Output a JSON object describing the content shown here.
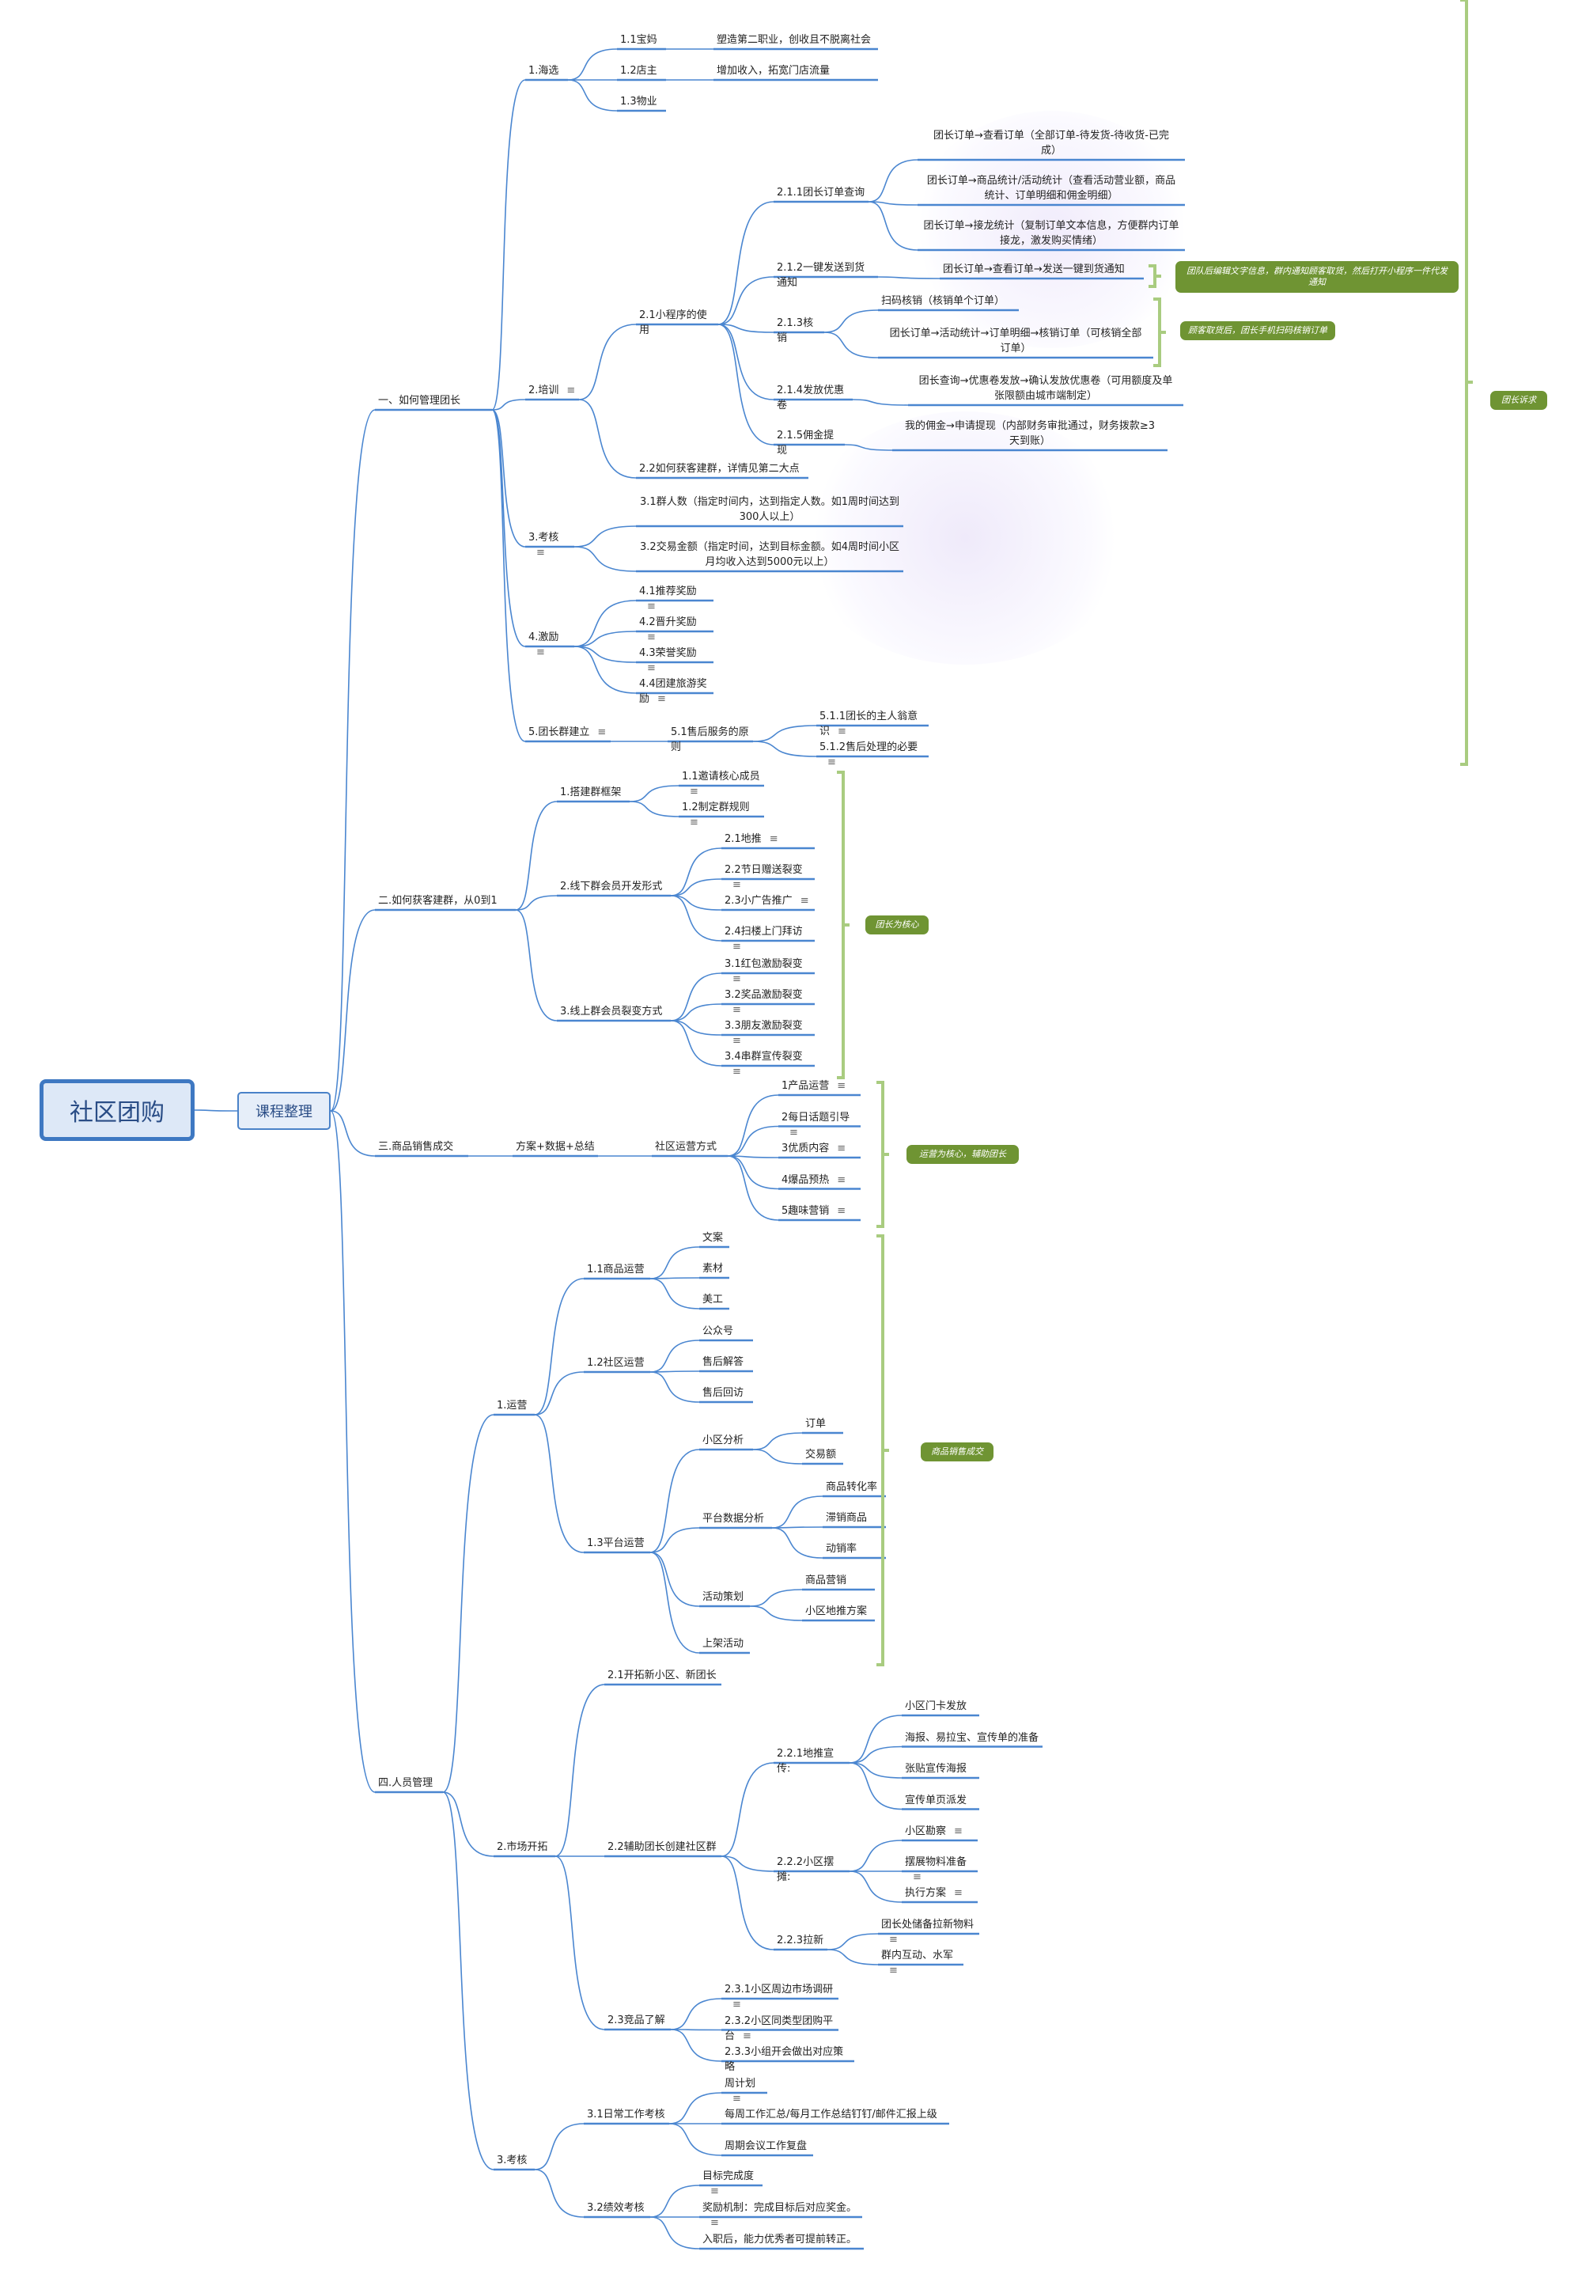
{
  "root": "社区团购",
  "subroot": "课程整理",
  "l1": {
    "a": "一、如何管理团长",
    "b": "二.如何获客建群，从0到1",
    "c": "三.商品销售成交",
    "d": "四.人员管理"
  },
  "a": {
    "sea": "1.海选",
    "sea_items": [
      "1.1宝妈",
      "1.2店主",
      "1.3物业"
    ],
    "sea_details": [
      "塑造第二职业，创收且不脱离社会",
      "增加收入，拓宽门店流量"
    ],
    "train": "2.培训",
    "mini": "2.1小程序的使用",
    "m211": "2.1.1团长订单查询",
    "m211_items": [
      "团长订单→查看订单（全部订单-待发货-待收货-已完\n成）",
      "团长订单→商品统计/活动统计（查看活动营业额，商品\n统计、订单明细和佣金明细）",
      "团长订单→接龙统计（复制订单文本信息，方便群内订单\n接龙，激发购买情绪）"
    ],
    "m212": "2.1.2一键发送到货通知",
    "m212_detail": "团长订单→查看订单→发送一键到货通知",
    "m213": "2.1.3核销",
    "m213_items": [
      "扫码核销（核销单个订单）",
      "团长订单→活动统计→订单明细→核销订单（可核销全部\n订单）"
    ],
    "m214": "2.1.4发放优惠卷",
    "m214_detail": "团长查询→优惠卷发放→确认发放优惠卷（可用额度及单\n张限额由城市端制定）",
    "m215": "2.1.5佣金提现",
    "m215_detail": "我的佣金→申请提现（内部财务审批通过，财务拨款≥3\n天到账）",
    "get": "2.2如何获客建群，详情见第二大点",
    "exam": "3.考核",
    "exam_items": [
      "3.1群人数（指定时间内，达到指定人数。如1周时间达到\n300人以上）",
      "3.2交易金额（指定时间，达到目标金额。如4周时间小区\n月均收入达到5000元以上）"
    ],
    "reward": "4.激励",
    "reward_items": [
      "4.1推荐奖励",
      "4.2晋升奖励",
      "4.3荣誉奖励",
      "4.4团建旅游奖励"
    ],
    "group": "5.团长群建立",
    "after": "5.1售后服务的原则",
    "after_items": [
      "5.1.1团长的主人翁意识",
      "5.1.2售后处理的必要"
    ]
  },
  "b": {
    "frame": "1.搭建群框架",
    "frame_items": [
      "1.1邀请核心成员",
      "1.2制定群规则"
    ],
    "offline": "2.线下群会员开发形式",
    "offline_items": [
      "2.1地推",
      "2.2节日赠送裂变",
      "2.3小广告推广",
      "2.4扫楼上门拜访"
    ],
    "online": "3.线上群会员裂变方式",
    "online_items": [
      "3.1红包激励裂变",
      "3.2奖品激励裂变",
      "3.3朋友激励裂变",
      "3.4串群宣传裂变"
    ]
  },
  "c": {
    "method": "方案+数据+总结",
    "community": "社区运营方式",
    "items": [
      "1产品运营",
      "2每日话题引导",
      "3优质内容",
      "4爆品预热",
      "5趣味营销"
    ]
  },
  "d": {
    "ops": "1.运营",
    "o11": "1.1商品运营",
    "o11_items": [
      "文案",
      "素材",
      "美工"
    ],
    "o12": "1.2社区运营",
    "o12_items": [
      "公众号",
      "售后解答",
      "售后回访"
    ],
    "o13": "1.3平台运营",
    "o13a": "小区分析",
    "o13a_items": [
      "订单",
      "交易额"
    ],
    "o13b": "平台数据分析",
    "o13b_items": [
      "商品转化率",
      "滞销商品",
      "动销率"
    ],
    "o13c": "活动策划",
    "o13c_items": [
      "商品营销",
      "小区地推方案"
    ],
    "o13d": "上架活动",
    "market": "2.市场开拓",
    "m21": "2.1开拓新小区、新团长",
    "m22": "2.2辅助团长创建社区群",
    "m221": "2.2.1地推宣传:",
    "m221_items": [
      "小区门卡发放",
      "海报、易拉宝、宣传单的准备",
      "张贴宣传海报",
      "宣传单页派发"
    ],
    "m222": "2.2.2小区摆摊:",
    "m222_items": [
      "小区勘察",
      "摆展物料准备",
      "执行方案"
    ],
    "m223": "2.2.3拉新",
    "m223_items": [
      "团长处储备拉新物料",
      "群内互动、水军"
    ],
    "m23": "2.3竞品了解",
    "m23_items": [
      "2.3.1小区周边市场调研",
      "2.3.2小区同类型团购平台",
      "2.3.3小组开会做出对应策略"
    ],
    "assess": "3.考核",
    "a31": "3.1日常工作考核",
    "a31_items": [
      "周计划",
      "每周工作汇总/每月工作总结钉钉/邮件汇报上级",
      "周期会议工作复盘"
    ],
    "a32": "3.2绩效考核",
    "a32_items": [
      "目标完成度",
      "奖励机制：完成目标后对应奖金。",
      "入职后，能力优秀者可提前转正。"
    ]
  },
  "tags": {
    "t1": "团长诉求",
    "t2": "团队后编辑文字信息，群内通知顾客取货，然后打开小程序一件代发\n通知",
    "t3": "顾客取货后，团长手机扫码核销订单",
    "t4": "团长为核心",
    "t5": "运营为核心，辅助团长",
    "t6": "商品销售成交"
  },
  "colors": {
    "line": "#4a86d0",
    "bracket": "#a9cc80",
    "tag": "#6f9433",
    "root_border": "#3e78c2"
  }
}
